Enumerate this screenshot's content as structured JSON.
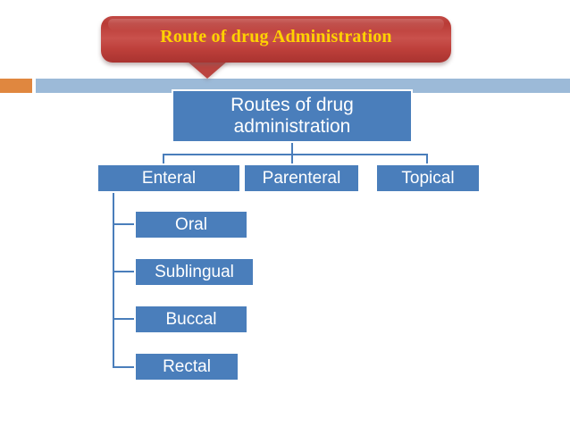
{
  "slide": {
    "title": "Route of drug Administration",
    "title_color": "#ffd200",
    "banner_color": "#bb4440",
    "accent_orange": "#e0873f",
    "accent_blue": "#9cbad8",
    "node_color": "#4a7ebb",
    "node_text_color": "#ffffff"
  },
  "chart": {
    "root": {
      "label": "Routes of drug administration"
    },
    "level2": [
      {
        "label": "Enteral"
      },
      {
        "label": "Parenteral"
      },
      {
        "label": "Topical"
      }
    ],
    "level3": [
      {
        "label": "Oral"
      },
      {
        "label": "Sublingual"
      },
      {
        "label": "Buccal"
      },
      {
        "label": "Rectal"
      }
    ]
  }
}
